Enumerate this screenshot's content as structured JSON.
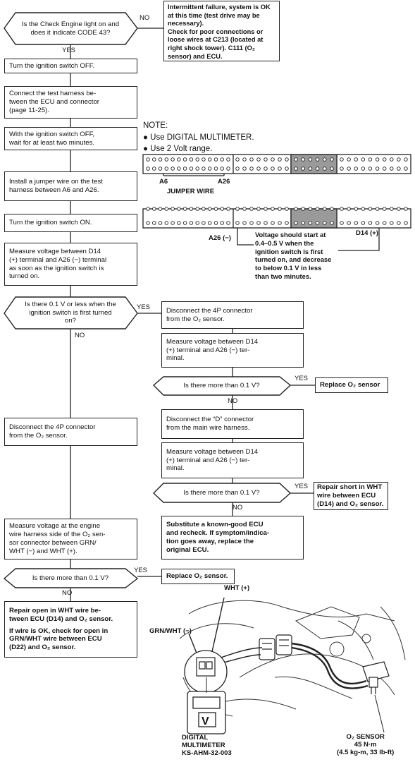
{
  "flow": {
    "q1": "Is the Check Engine light on and\ndoes it indicate CODE 43?",
    "q1_no": "NO",
    "q1_yes": "YES",
    "intermittent": "Intermittent failure, system is OK\nat this time (test drive may be\nnecessary).\nCheck for poor connections or\nloose wires at C213 (located at\nright shock tower). C111 (O₂\nsensor) and ECU.",
    "s1": "Turn the ignition switch OFF.",
    "s2": "Connect the test harness be-\ntween the ECU and connector\n(page 11-25).",
    "s3": "With the ignition switch OFF,\nwait for at least two minutes.",
    "s4": "Install a jumper wire on the test\nharness between A6 and A26.",
    "s5": "Turn the ignition switch ON.",
    "s6": "Measure voltage between D14\n(+) terminal and A26 (−) terminal\nas soon as the ignition switch is\nturned on.",
    "q2": "Is there 0.1 V or less when the\nignition switch is first turned\non?",
    "q2_yes": "YES",
    "q2_no": "NO",
    "r1": "Disconnect the 4P connector\nfrom the O₂ sensor.",
    "r2": "Measure voltage between D14\n(+) terminal and A26 (−) ter-\nminal.",
    "q3": "Is there more than 0.1 V?",
    "q3_yes": "YES",
    "q3_no": "NO",
    "replace1": "Replace O₂ sensor",
    "r3": "Disconnect the “D” connector\nfrom the main wire harness.",
    "r4": "Measure voltage between D14\n(+) terminal and A26 (−) ter-\nminal.",
    "q4": "Is there more than 0.1 V?",
    "q4_yes": "YES",
    "q4_no": "NO",
    "repair_short": "Repair short in WHT\nwire between ECU\n(D14) and O₂ sensor.",
    "substitute": "Substitute a known-good ECU\nand recheck. If symptom/indica-\ntion goes away, replace the\noriginal ECU.",
    "l1": "Disconnect the 4P connector\nfrom the O₂ sensor.",
    "l2": "Measure voltage at the engine\nwire harness side of the O₂ sen-\nsor connector between GRN/\nWHT (−) and WHT (+).",
    "q5": "Is there more than 0.1 V?",
    "q5_yes": "YES",
    "q5_no": "NO",
    "replace2": "Replace O₂ sensor.",
    "repair_open_1": "Repair open in WHT wire be-\ntween ECU (D14) and O₂ sensor.",
    "repair_open_2": "If wire is OK, check for open in\nGRN/WHT wire between ECU\n(D22) and O₂ sensor."
  },
  "note": {
    "title": "NOTE:",
    "b1": "Use DIGITAL MULTIMETER.",
    "b2": "Use 2 Volt range.",
    "a6": "A6",
    "a26": "A26",
    "jumper": "JUMPER WIRE",
    "a26_neg": "A26 (−)",
    "d14_pos": "D14 (+)",
    "voltage_note": "Voltage should start at\n0.4–0.5 V when the\nignition switch is first\nturned on, and decrease\nto below 0.1 V in less\nthan two minutes."
  },
  "illustration": {
    "wht": "WHT (+)",
    "grn": "GRN/WHT (−)",
    "meter": "DIGITAL\nMULTIMETER\nKS-AHM-32-003",
    "sensor": "O₂ SENSOR\n45 N·m\n(4.5 kg-m, 33 lb-ft)"
  }
}
